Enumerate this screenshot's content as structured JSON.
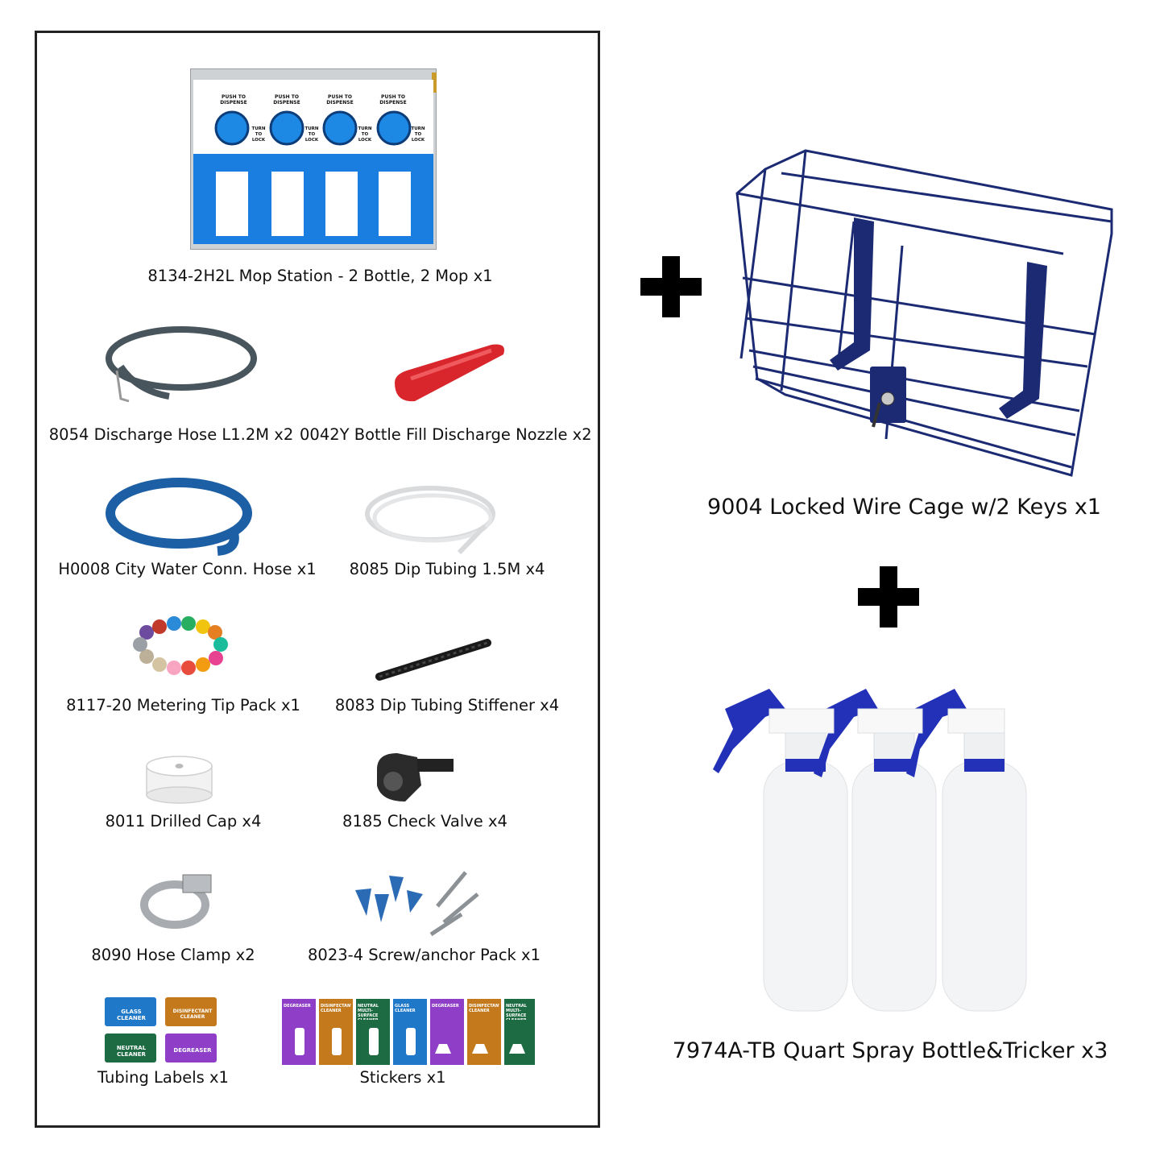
{
  "mop_station": {
    "caption": "8134-2H2L Mop Station - 2 Bottle, 2 Mop x1",
    "push_label": "PUSH TO DISPENSE",
    "lock_label": "TURN TO LOCK",
    "panel_color": "#1a7ee0",
    "knob_color": "#1e88e5"
  },
  "parts": [
    {
      "caption": "8054 Discharge Hose L1.2M x2"
    },
    {
      "caption": "0042Y Bottle Fill Discharge Nozzle x2"
    },
    {
      "caption": "H0008 City Water Conn. Hose x1"
    },
    {
      "caption": "8085 Dip Tubing 1.5M x4"
    },
    {
      "caption": "8117-20 Metering Tip Pack x1"
    },
    {
      "caption": "8083 Dip Tubing Stiffener x4"
    },
    {
      "caption": "8011 Drilled Cap x4"
    },
    {
      "caption": "8185 Check Valve x4"
    },
    {
      "caption": "8090 Hose Clamp x2"
    },
    {
      "caption": "8023-4 Screw/anchor Pack x1"
    },
    {
      "caption": "Tubing Labels x1"
    },
    {
      "caption": "Stickers x1"
    }
  ],
  "tubing_labels": [
    {
      "text": "GLASS CLEANER",
      "color": "#1f78c8"
    },
    {
      "text": "DISINFECTANT CLEANER",
      "color": "#c47a1c"
    },
    {
      "text": "NEUTRAL CLEANER",
      "color": "#1d6b43"
    },
    {
      "text": "DEGREASER",
      "color": "#8f3fc7"
    }
  ],
  "stickers": [
    {
      "text": "DEGREASER",
      "color": "#8f3fc7"
    },
    {
      "text": "DISINFECTANT CLEANER",
      "color": "#c47a1c"
    },
    {
      "text": "NEUTRAL MULTI-SURFACE CLEANER",
      "color": "#1d6b43"
    },
    {
      "text": "GLASS CLEANER",
      "color": "#1f78c8"
    },
    {
      "text": "DEGREASER",
      "color": "#8f3fc7"
    },
    {
      "text": "DISINFECTANT CLEANER",
      "color": "#c47a1c"
    },
    {
      "text": "NEUTRAL MULTI-SURFACE CLEANER",
      "color": "#1d6b43"
    }
  ],
  "cage": {
    "caption": "9004 Locked Wire Cage w/2 Keys x1",
    "color": "#1b2a72"
  },
  "bottles": {
    "caption": "7974A-TB Quart Spray Bottle&Tricker x3",
    "trigger_color": "#2231b8"
  },
  "plus_signs": [
    "plus-icon",
    "plus-icon"
  ]
}
